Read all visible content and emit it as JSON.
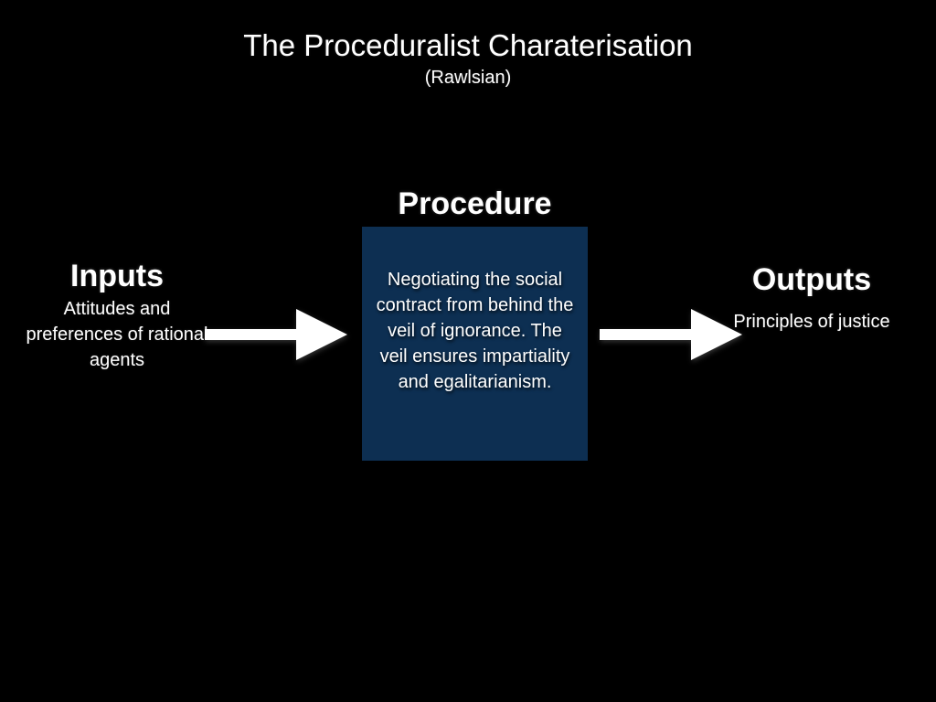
{
  "slide": {
    "title": "The Proceduralist Charaterisation",
    "subtitle": "(Rawlsian)"
  },
  "inputs": {
    "heading": "Inputs",
    "text": "Attitudes and preferences of rational agents"
  },
  "procedure": {
    "heading": "Procedure",
    "text": "Negotiating the social contract from behind the veil of ignorance. The veil ensures impartiality and egalitarianism."
  },
  "outputs": {
    "heading": "Outputs",
    "text": "Principles of justice"
  },
  "colors": {
    "background": "#000000",
    "procedure_box": "#0d2f52",
    "text": "#ffffff"
  }
}
